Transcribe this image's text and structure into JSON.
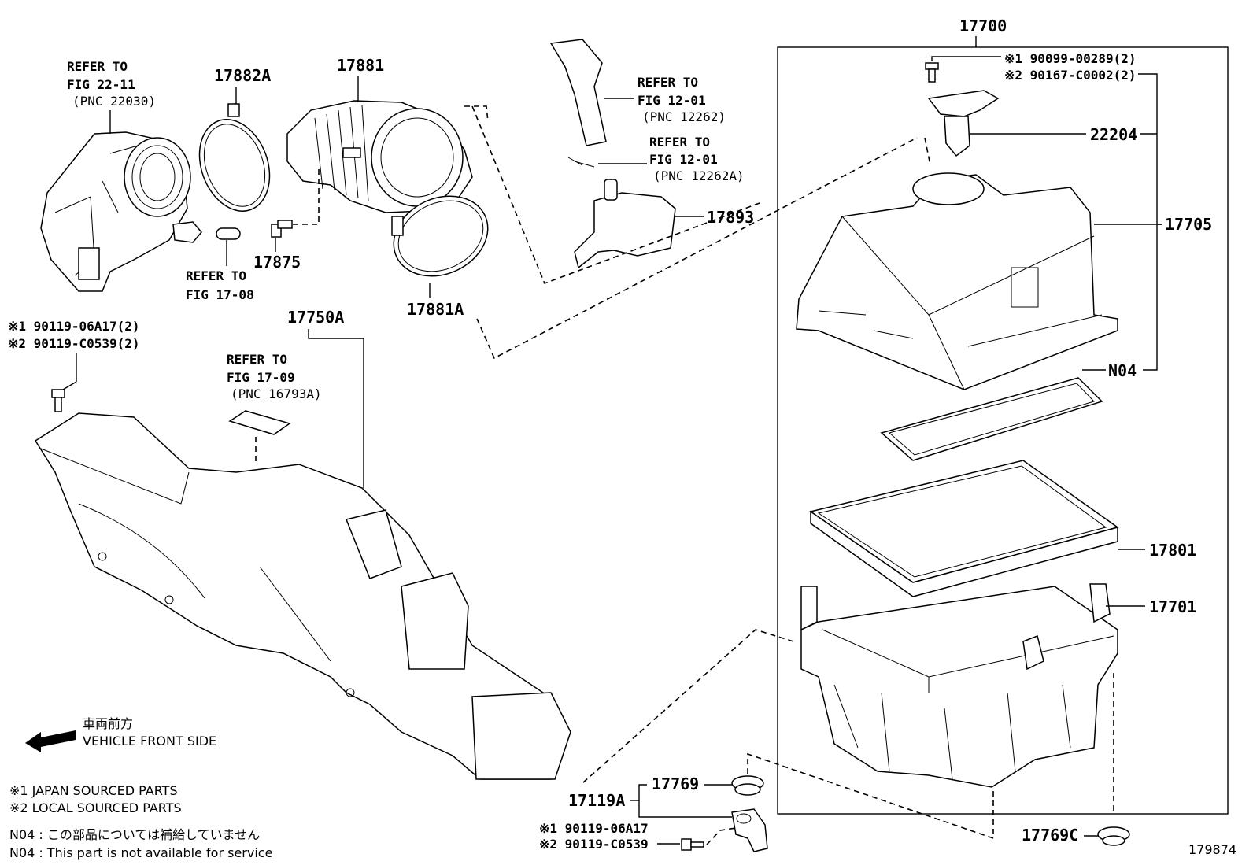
{
  "parts": {
    "p17700": "17700",
    "p17882a": "17882A",
    "p17881": "17881",
    "p17875": "17875",
    "p17893": "17893",
    "p17881a": "17881A",
    "p17750a": "17750A",
    "p22204": "22204",
    "p17705": "17705",
    "n04": "N04",
    "p17801": "17801",
    "p17701": "17701",
    "p17769": "17769",
    "p17119a": "17119A",
    "p17769c": "17769C"
  },
  "refs": {
    "throttle": {
      "l1": "REFER TO",
      "l2": "FIG 22-11",
      "l3": "(PNC 22030)"
    },
    "hose_a": {
      "l1": "REFER TO",
      "l2": "FIG 12-01",
      "l3": "(PNC 12262)"
    },
    "hose_b": {
      "l1": "REFER TO",
      "l2": "FIG 12-01",
      "l3": "(PNC 12262A)"
    },
    "fig1708": {
      "l1": "REFER TO",
      "l2": "FIG 17-08"
    },
    "fig1709": {
      "l1": "REFER TO",
      "l2": "FIG 17-09",
      "l3": "(PNC 16793A)"
    }
  },
  "bolts": {
    "left_1": "※1 90119-06A17(2)",
    "left_2": "※2 90119-C0539(2)",
    "top_1": "※1 90099-00289(2)",
    "top_2": "※2 90167-C0002(2)",
    "bottom_1": "※1 90119-06A17",
    "bottom_2": "※2 90119-C0539"
  },
  "legend": {
    "direction_jp": "車両前方",
    "direction_en": "VEHICLE FRONT SIDE",
    "note1": "※1  JAPAN SOURCED PARTS",
    "note2": "※2  LOCAL SOURCED PARTS",
    "n04_jp": "N04 : この部品については補給していません",
    "n04_en": "N04 : This part is not available for service"
  },
  "figure_number": "179874",
  "icons": {
    "direction_arrow": "arrow-left-icon"
  }
}
